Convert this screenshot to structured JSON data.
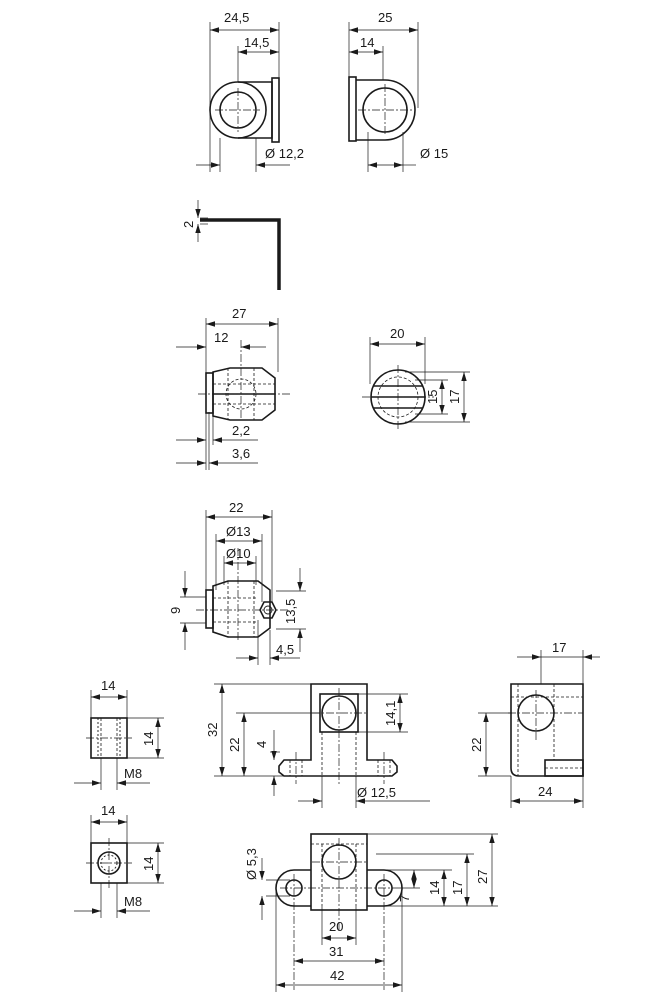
{
  "labels": {
    "v1_overall": "24,5",
    "v1_offset": "14,5",
    "v1_bore": "Ø 12,2",
    "v2_overall": "25",
    "v2_offset": "14",
    "v2_bore": "Ø 15",
    "bracket_thickness": "2",
    "v3_overall": "27",
    "v3_offset": "12",
    "v3_gap_a": "2,2",
    "v3_gap_b": "3,6",
    "v4_width": "20",
    "v4_h1": "15",
    "v4_h2": "17",
    "v5_overall": "22",
    "v5_d13": "Ø13",
    "v5_d10": "Ø10",
    "v5_h9": "9",
    "v5_h135": "13,5",
    "v5_w45": "4,5",
    "b1_width": "14",
    "b1_height": "14",
    "b1_thread": "M8",
    "b2_width": "14",
    "b2_height": "14",
    "b2_thread": "M8",
    "c_total": "32",
    "c_axis": "22",
    "c_foot": "4",
    "c_sq": "14,1",
    "c_bore": "Ø 12,5",
    "r_top": "17",
    "r_axis": "22",
    "r_width": "24",
    "f_hole": "Ø 5,3",
    "f_20": "20",
    "f_31": "31",
    "f_42": "42",
    "f_7": "7",
    "f_14": "14",
    "f_17": "17",
    "f_27": "27"
  }
}
